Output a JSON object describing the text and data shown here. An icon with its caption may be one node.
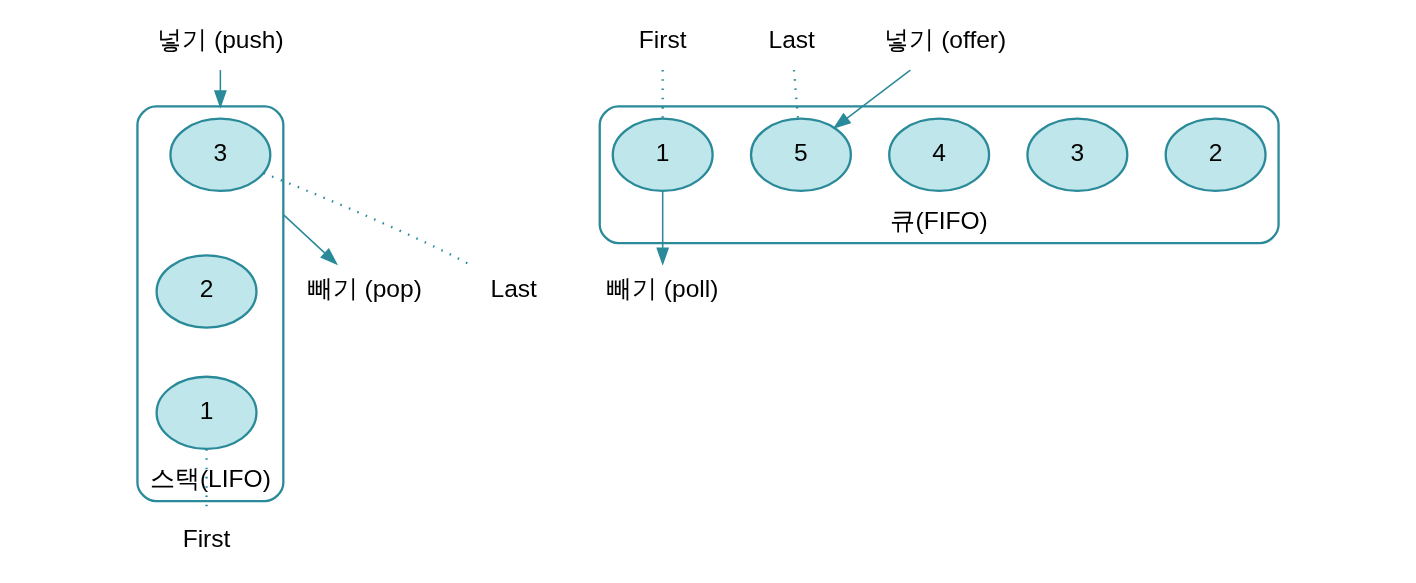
{
  "diagram": {
    "nodes": [
      {
        "text": [
          "넣기 (push)"
        ]
      },
      {
        "text": [
          "빼기 (pop)"
        ]
      },
      {
        "text": [
          "스택(LIFO)"
        ]
      },
      {
        "text": [
          "3"
        ],
        "in": 2
      },
      {
        "text": [
          "2"
        ],
        "in": 2
      },
      {
        "text": [
          "1"
        ],
        "in": 2
      },
      {
        "text": [
          "Last"
        ]
      },
      {
        "text": [
          "First"
        ]
      },
      {
        "text": [
          "Last"
        ]
      },
      {
        "text": [
          "First"
        ]
      },
      {
        "text": [
          "넣기 (offer)"
        ]
      },
      {
        "text": [
          "큐(FIFO)"
        ]
      },
      {
        "text": [
          "5"
        ],
        "in": 11
      },
      {
        "text": [
          "4"
        ],
        "in": 11
      },
      {
        "text": [
          "3"
        ],
        "in": 11
      },
      {
        "text": [
          "2"
        ],
        "in": 11
      },
      {
        "text": [
          "1"
        ],
        "in": 11
      },
      {
        "text": [
          "빼기 (poll)"
        ]
      }
    ],
    "edges": [
      {
        "from": 0,
        "to": 2,
        "arrow": "to"
      },
      {
        "from": 2,
        "to": 1,
        "arrow": "to"
      },
      {
        "from": 3,
        "to": 6,
        "arrow": "none",
        "style": "dashed"
      },
      {
        "from": 5,
        "to": 7,
        "arrow": "none",
        "style": "dashed"
      },
      {
        "from": 8,
        "to": 12,
        "arrow": "none",
        "style": "dashed"
      },
      {
        "from": 9,
        "to": 16,
        "arrow": "none",
        "style": "dashed"
      },
      {
        "from": 10,
        "to": 12,
        "arrow": "to"
      },
      {
        "from": 16,
        "to": 17,
        "arrow": "to"
      }
    ]
  }
}
